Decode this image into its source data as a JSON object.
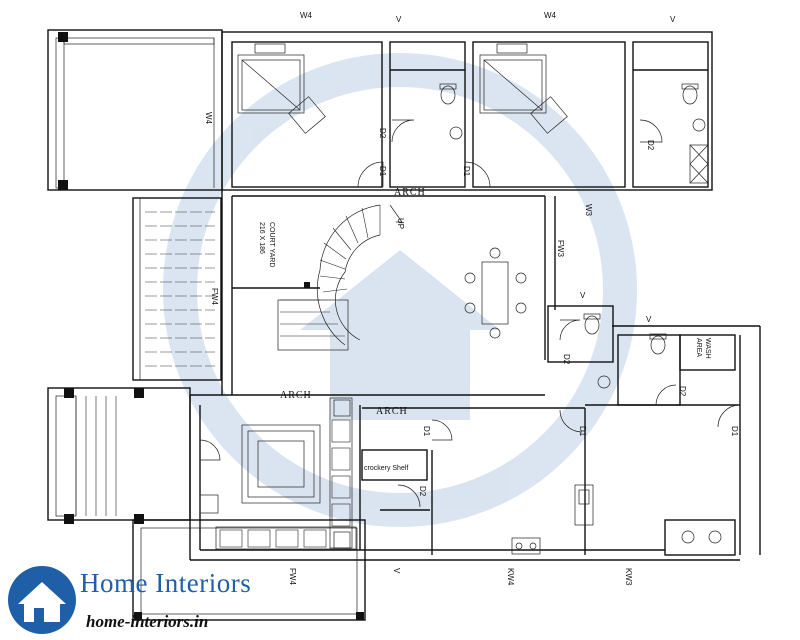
{
  "labels": {
    "w4": "W4",
    "w3": "W3",
    "v": "V",
    "d1": "D1",
    "d2": "D2",
    "arch": "ARCH",
    "up": "UP",
    "court_yard": "COURT YARD",
    "court_size": "216 X 186",
    "fw4": "FW4",
    "fw3": "FW3",
    "kw4": "KW4",
    "kw3": "KW3",
    "wash_area_1": "WASH",
    "wash_area_2": "AREA",
    "crockery_shelf": "crockery Shelf"
  },
  "brand": {
    "title": "Home Interiors",
    "url": "home-interiors.in",
    "color": "#1f5fa8"
  }
}
